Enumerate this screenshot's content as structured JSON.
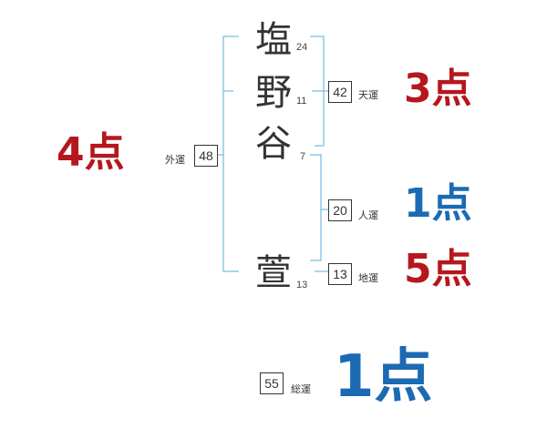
{
  "colors": {
    "red": "#b5171d",
    "blue": "#1b6ab3",
    "bracket": "#8cc8e8"
  },
  "name": {
    "chars": [
      {
        "char": "塩",
        "strokes": "24"
      },
      {
        "char": "野",
        "strokes": "11"
      },
      {
        "char": "谷",
        "strokes": "7"
      },
      {
        "char": "萱",
        "strokes": "13"
      }
    ]
  },
  "fortunes": {
    "tenkaku": {
      "value": "42",
      "label": "天運",
      "score": "3点"
    },
    "jinkaku": {
      "value": "20",
      "label": "人運",
      "score": "1点"
    },
    "chikaku": {
      "value": "13",
      "label": "地運",
      "score": "5点"
    },
    "gaikaku": {
      "value": "48",
      "label": "外運",
      "score": "4点"
    },
    "soukaku": {
      "value": "55",
      "label": "総運",
      "score": "1点"
    }
  }
}
